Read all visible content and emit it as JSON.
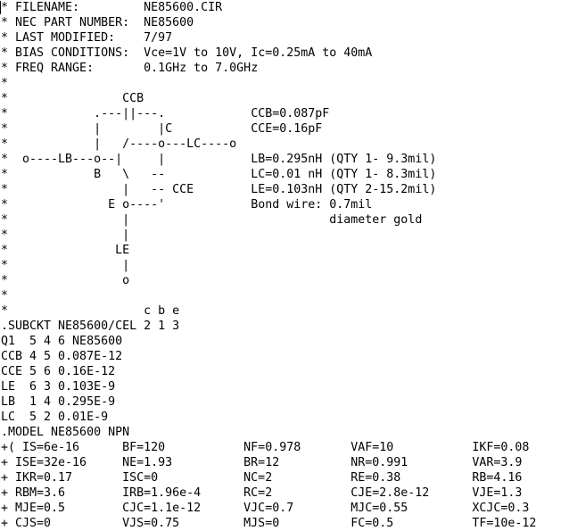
{
  "header": [
    "* FILENAME:         NE85600.CIR",
    "* NEC PART NUMBER:  NE85600",
    "* LAST MODIFIED:    7/97",
    "* BIAS CONDITIONS:  Vce=1V to 10V, Ic=0.25mA to 40mA",
    "* FREQ RANGE:       0.1GHz to 7.0GHz"
  ],
  "diagram": [
    "*",
    "*                CCB",
    "*            .---||---.            CCB=0.087pF",
    "*            |        |C           CCE=0.16pF",
    "*            |   /----o---LC----o",
    "*  o----LB---o--|     |            LB=0.295nH (QTY 1- 9.3mil)",
    "*            B   \\   --            LC=0.01 nH (QTY 1- 8.3mil)",
    "*                |   -- CCE        LE=0.103nH (QTY 2-15.2mil)",
    "*              E o----'            Bond wire: 0.7mil",
    "*                |                            diameter gold",
    "*                |",
    "*               LE",
    "*                |",
    "*                o",
    "*",
    "*                   c b e"
  ],
  "netlist": [
    ".SUBCKT NE85600/CEL 2 1 3",
    "Q1  5 4 6 NE85600",
    "CCB 4 5 0.087E-12",
    "CCE 5 6 0.16E-12",
    "LE  6 3 0.103E-9",
    "LB  1 4 0.295E-9",
    "LC  5 2 0.01E-9",
    ".MODEL NE85600 NPN"
  ],
  "model": [
    [
      "+( IS=6e-16",
      "BF=120",
      "NF=0.978",
      "VAF=10",
      "IKF=0.08"
    ],
    [
      "+ ISE=32e-16",
      "NE=1.93",
      "BR=12",
      "NR=0.991",
      "VAR=3.9"
    ],
    [
      "+ IKR=0.17",
      "ISC=0",
      "NC=2",
      "RE=0.38",
      "RB=4.16"
    ],
    [
      "+ RBM=3.6",
      "IRB=1.96e-4",
      "RC=2",
      "CJE=2.8e-12",
      "VJE=1.3"
    ],
    [
      "+ MJE=0.5",
      "CJC=1.1e-12",
      "VJC=0.7",
      "MJC=0.55",
      "XCJC=0.3"
    ],
    [
      "+ CJS=0",
      "VJS=0.75",
      "MJS=0",
      "FC=0.5",
      "TF=10e-12"
    ]
  ]
}
